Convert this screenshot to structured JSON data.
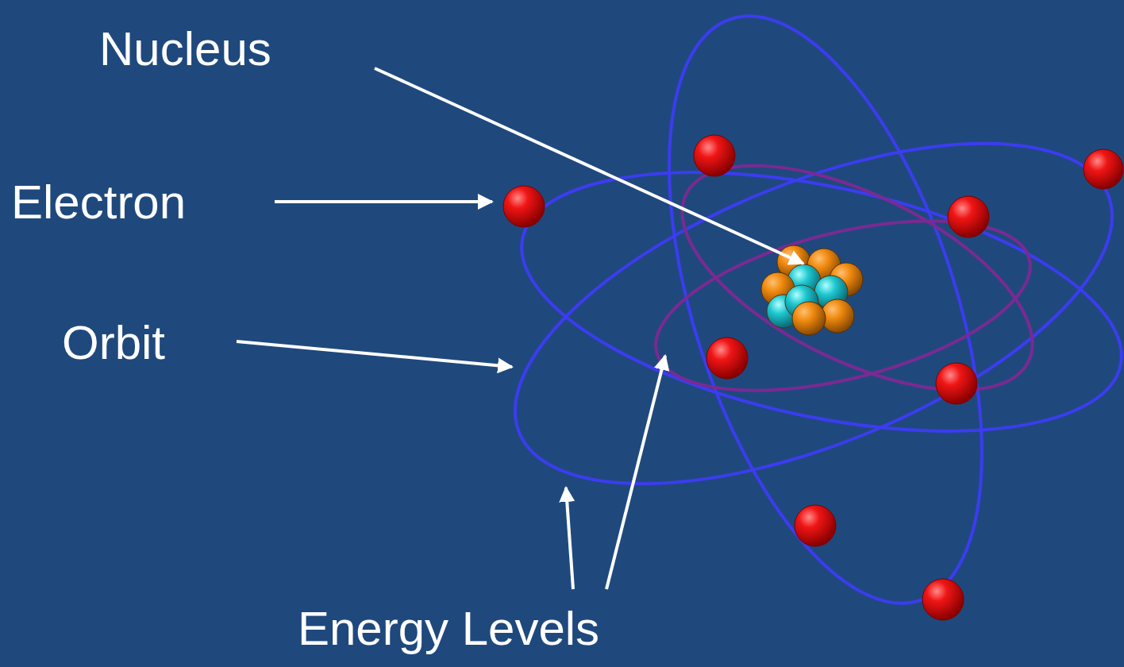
{
  "diagram": {
    "labels": [
      "Nucleus",
      "Electron",
      "Orbit",
      "Energy Levels"
    ]
  }
}
